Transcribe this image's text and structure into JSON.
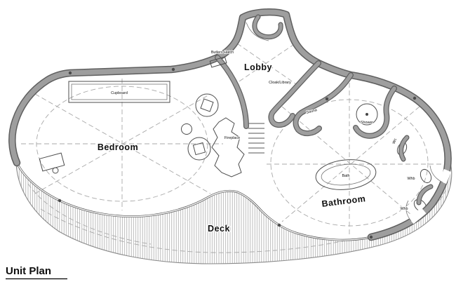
{
  "title": "Unit Plan",
  "drawing": {
    "type_note": "architectural floor plan",
    "rooms": {
      "bedroom": "Bedroom",
      "lobby": "Lobby",
      "bathroom": "Bathroom",
      "deck": "Deck"
    },
    "fixtures": {
      "cupboard": "Cupboard",
      "butlers_hatch": "Butlers Hatch",
      "cloak_library": "Cloak/Library",
      "fireplace": "Fireplace",
      "sauna": "Sauna",
      "shower": "Shower",
      "bath": "Bath",
      "wc": "Wc",
      "whb_upper": "Whb",
      "whb_lower": "Whb"
    }
  },
  "colors": {
    "wall_fill": "#9e9e9e",
    "wall_edge": "#5f5f5f",
    "line": "#4c4c4c",
    "dashed_line": "#a8a8a8",
    "deck_hatch": "#9f9f9f",
    "text": "#0e0e0e",
    "background": "#ffffff"
  }
}
